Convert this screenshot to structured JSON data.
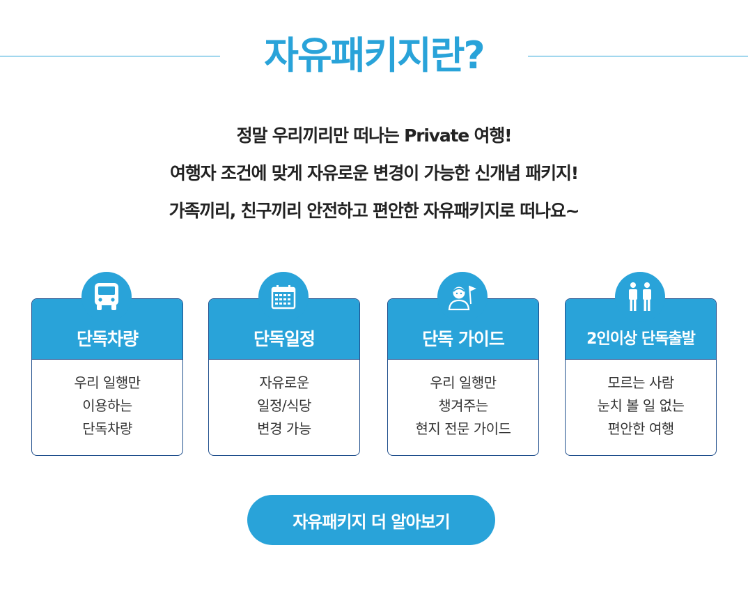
{
  "heading": {
    "title": "자유패키지란?"
  },
  "intro": {
    "line1": "정말 우리끼리만 떠나는 Private 여행!",
    "line2": "여행자 조건에 맞게 자유로운 변경이 가능한 신개념 패키지!",
    "line3": "가족끼리, 친구끼리 안전하고 편안한 자유패키지로 떠나요~"
  },
  "cards": [
    {
      "icon": "bus-icon",
      "title": "단독차량",
      "desc": [
        "우리 일행만",
        "이용하는",
        "단독차량"
      ]
    },
    {
      "icon": "calendar-icon",
      "title": "단독일정",
      "desc": [
        "자유로운",
        "일정/식당",
        "변경 가능"
      ]
    },
    {
      "icon": "tour-guide-icon",
      "title": "단독 가이드",
      "desc": [
        "우리 일행만",
        "챙겨주는",
        "현지 전문 가이드"
      ]
    },
    {
      "icon": "two-people-icon",
      "title": "2인이상 단독출발",
      "desc": [
        "모르는 사람",
        "눈치 볼 일 없는",
        "편안한 여행"
      ]
    }
  ],
  "cta": {
    "label": "자유패키지 더 알아보기"
  },
  "colors": {
    "accent": "#29a3d9",
    "border": "#1f4e8c",
    "text": "#222222"
  }
}
